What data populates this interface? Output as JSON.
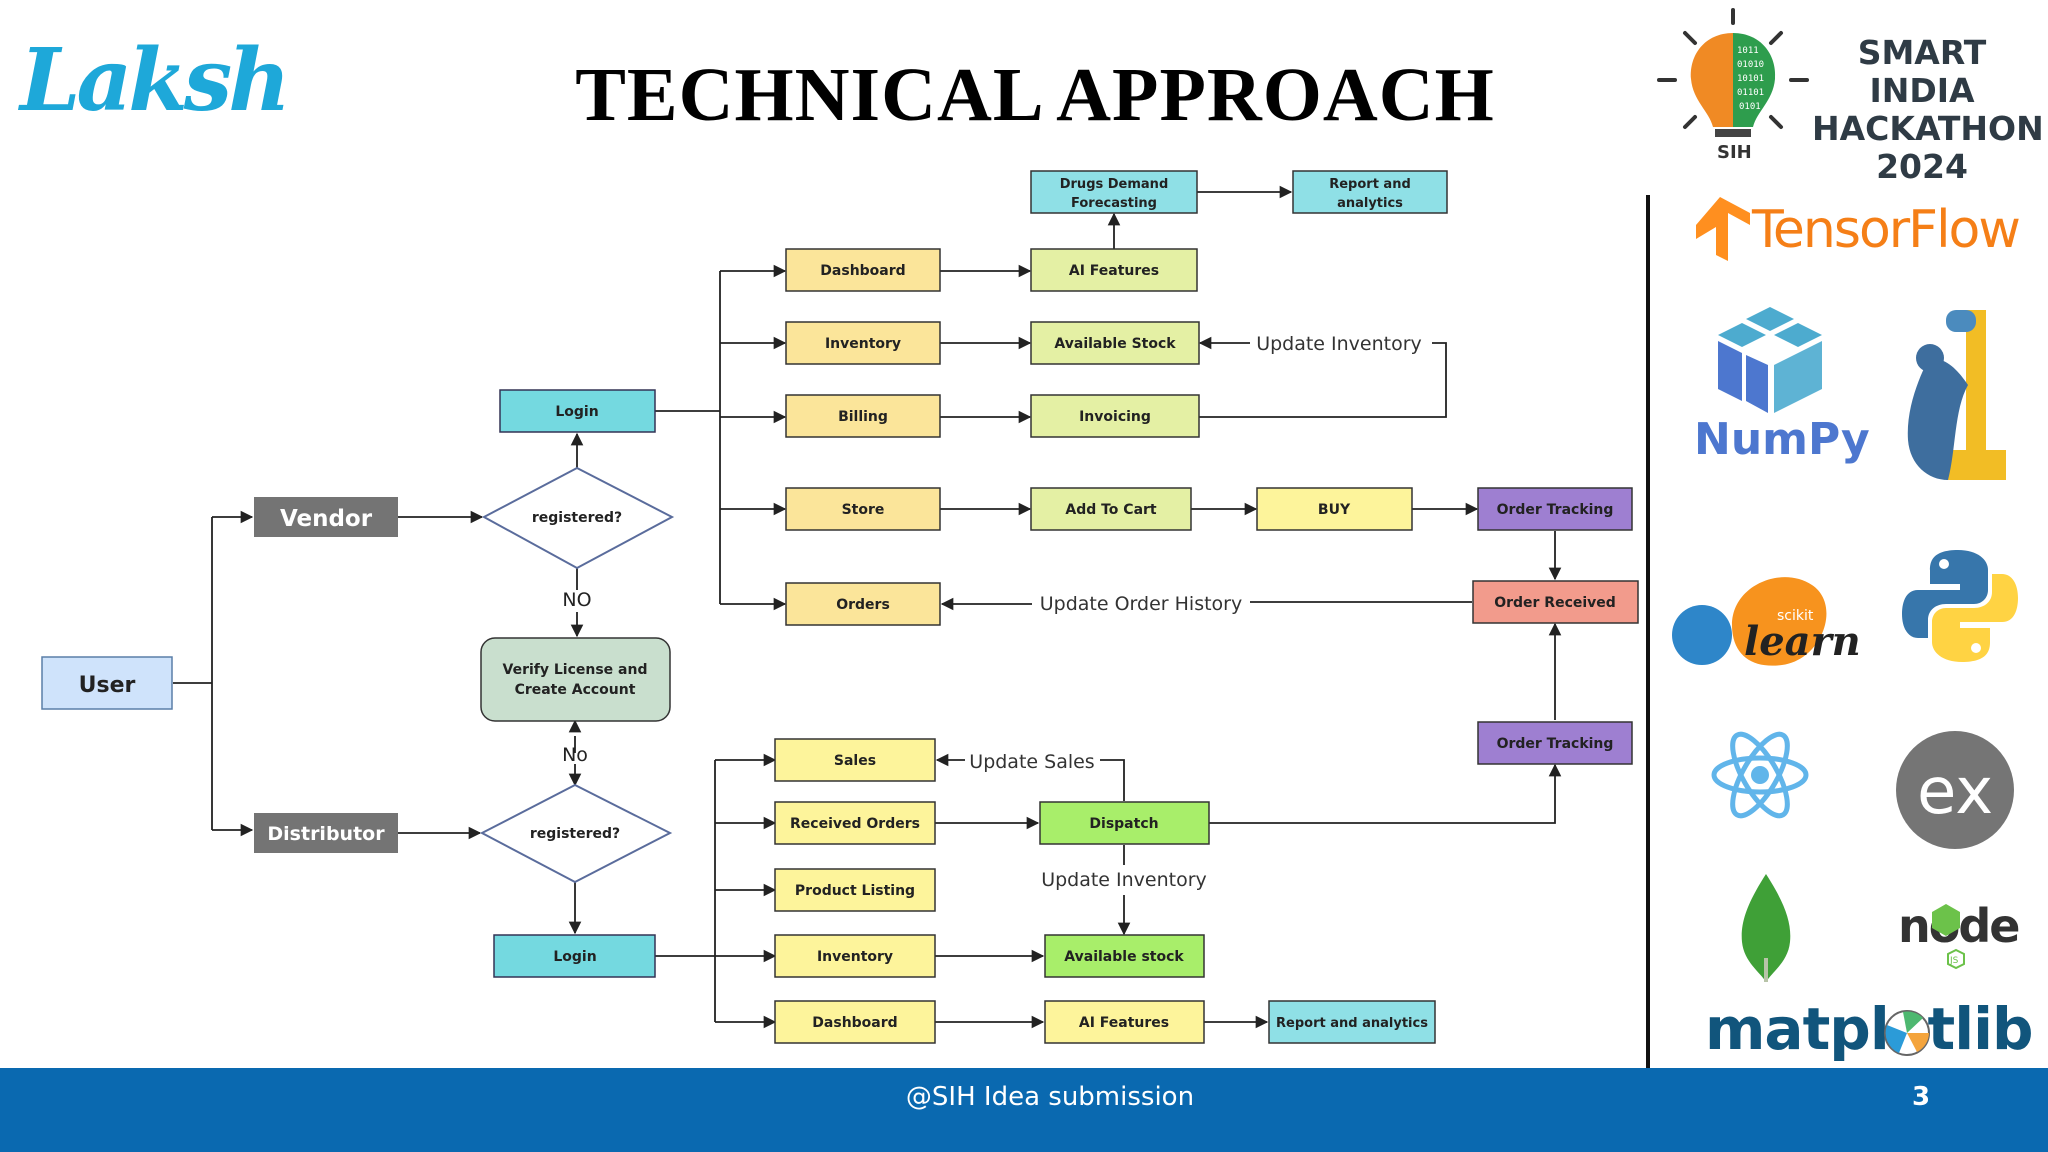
{
  "slide": {
    "title": "TECHNICAL APPROACH",
    "brand_logo": "Laksh",
    "event_logo": {
      "line1": "SMART INDIA",
      "line2": "HACKATHON",
      "line3": "2024",
      "bulb_text": "SIH"
    },
    "footer_text": "@SIH Idea submission",
    "page_number": "3",
    "colors": {
      "footer": "#0a69b0",
      "cyan": "#74d9e0",
      "yellow": "#fbe59a",
      "lightyellow": "#fdf49b",
      "green": "#e4f0a4",
      "brightgreen": "#a8ee6a",
      "purple": "#9e7fd1",
      "salmon": "#f29b8c",
      "gray": "#747474",
      "user": "#cfe3fb",
      "verify": "#c9dfce"
    }
  },
  "tech_logos": {
    "tensorflow": "TensorFlow",
    "numpy": "NumPy",
    "sklearn_small": "scikit",
    "sklearn": "learn",
    "express": "ex",
    "node": "node",
    "node_sub": "JS",
    "matplotlib": "matplotlib",
    "icons": [
      "tensorflow-icon",
      "numpy-icon",
      "pandas-icon",
      "sklearn-icon",
      "python-icon",
      "react-icon",
      "express-icon",
      "mongodb-icon",
      "nodejs-icon",
      "matplotlib-icon"
    ]
  },
  "diagram": {
    "user": "User",
    "vendor": "Vendor",
    "distributor": "Distributor",
    "v_registered": "registered?",
    "d_registered": "registered?",
    "v_no": "NO",
    "d_no": "No",
    "verify_1": "Verify License and",
    "verify_2": "Create Account",
    "v_login": "Login",
    "d_login": "Login",
    "v_dashboard": "Dashboard",
    "v_inventory": "Inventory",
    "v_billing": "Billing",
    "v_store": "Store",
    "v_orders": "Orders",
    "drugs_1": "Drugs Demand",
    "drugs_2": "Forecasting",
    "report_1": "Report and",
    "report_2": "analytics",
    "v_ai": "AI Features",
    "v_stock": "Available Stock",
    "v_invoicing": "Invoicing",
    "add_cart": "Add To Cart",
    "buy": "BUY",
    "order_tracking_v": "Order Tracking",
    "order_received": "Order Received",
    "order_tracking_d": "Order Tracking",
    "update_inventory_v": "Update Inventory",
    "update_order_history": "Update Order History",
    "d_sales": "Sales",
    "d_received": "Received Orders",
    "d_listing": "Product Listing",
    "d_inventory": "Inventory",
    "d_dashboard": "Dashboard",
    "dispatch": "Dispatch",
    "d_stock": "Available stock",
    "d_ai": "AI Features",
    "d_report": "Report and analytics",
    "update_sales": "Update Sales",
    "update_inventory_d": "Update Inventory"
  }
}
